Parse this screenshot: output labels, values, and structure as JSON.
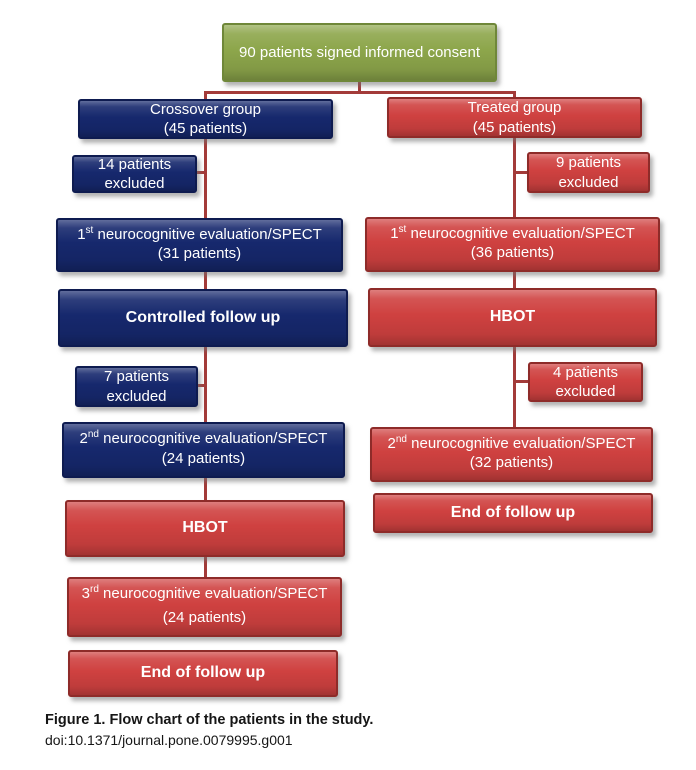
{
  "colors": {
    "green_fill": "#8da64b",
    "green_border": "#6f8739",
    "blue_fill": "#16286d",
    "blue_border": "#0e1b50",
    "red_fill": "#cf4140",
    "red_border": "#8e2b29",
    "connector": "#a33b39",
    "box_text": "#ffffff",
    "caption_text": "#161616"
  },
  "nodes": {
    "consent": {
      "text": "90 patients signed informed consent"
    },
    "crossover_group": {
      "line1": "Crossover group",
      "line2": "(45 patients)"
    },
    "treated_group": {
      "line1": "Treated  group",
      "line2": "(45 patients)"
    },
    "excluded_14": {
      "line1": "14 patients",
      "line2": "excluded"
    },
    "excluded_9": {
      "line1": "9 patients",
      "line2": "excluded"
    },
    "eval1_crossover": {
      "num": "1",
      "ord": "st",
      "rest": "  neurocognitive evaluation/SPECT",
      "line2": "(31 patients)"
    },
    "eval1_treated": {
      "num": "1",
      "ord": "st",
      "rest": "  neurocognitive evaluation/SPECT",
      "line2": "(36 patients)"
    },
    "controlled_follow_up": {
      "text": "Controlled follow up"
    },
    "hbot_treated": {
      "text": "HBOT"
    },
    "excluded_7": {
      "line1": "7 patients",
      "line2": "excluded"
    },
    "excluded_4": {
      "line1": "4 patients",
      "line2": "excluded"
    },
    "eval2_crossover": {
      "num": "2",
      "ord": "nd",
      "rest": " neurocognitive evaluation/SPECT",
      "line2": "(24 patients)"
    },
    "eval2_treated": {
      "num": "2",
      "ord": "nd",
      "rest": " neurocognitive evaluation/SPECT",
      "line2": "(32 patients)"
    },
    "hbot_crossover": {
      "text": "HBOT"
    },
    "end_treated": {
      "text": "End of follow up"
    },
    "eval3_crossover": {
      "num": "3",
      "ord": "rd",
      "rest": " neurocognitive evaluation/SPECT",
      "line2": "(24 patients)"
    },
    "end_crossover": {
      "text": "End of follow up"
    }
  },
  "caption": {
    "title": "Figure 1. Flow chart of the patients in the study.",
    "doi": "doi:10.1371/journal.pone.0079995.g001"
  }
}
